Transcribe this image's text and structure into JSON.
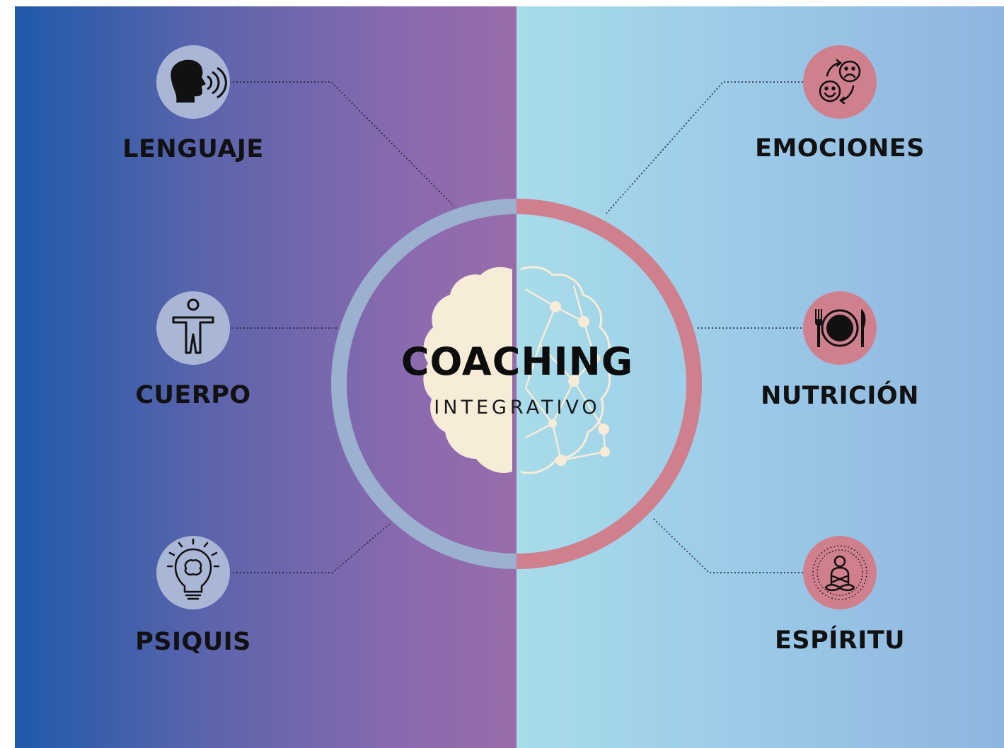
{
  "center": {
    "title": "COACHING",
    "subtitle": "INTEGRATIVO"
  },
  "left_nodes": [
    {
      "label": "LENGUAJE",
      "icon": "speaking-head-icon"
    },
    {
      "label": "CUERPO",
      "icon": "human-figure-icon"
    },
    {
      "label": "PSIQUIS",
      "icon": "lightbulb-brain-icon"
    }
  ],
  "right_nodes": [
    {
      "label": "EMOCIONES",
      "icon": "emotions-faces-icon"
    },
    {
      "label": "NUTRICIÓN",
      "icon": "plate-cutlery-icon"
    },
    {
      "label": "ESPÍRITU",
      "icon": "meditation-icon"
    }
  ],
  "colors": {
    "left_gradient_start": "#1f5aa9",
    "left_gradient_end": "#986caa",
    "right_gradient_start": "#a8dce9",
    "right_gradient_end": "#8eb5de",
    "left_icon_circle": "#a9b6d6",
    "right_icon_circle": "#d07f8d",
    "ring_left": "#9cb0cf",
    "ring_right": "#d07f8d",
    "brain_fill": "#f7ecd8"
  }
}
